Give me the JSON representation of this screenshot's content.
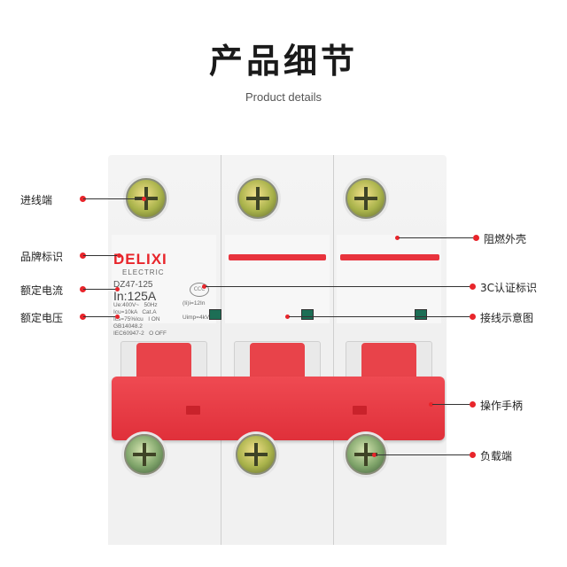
{
  "header": {
    "title": "产品细节",
    "subtitle": "Product details"
  },
  "callouts_left": [
    {
      "id": "incoming",
      "label": "进线端"
    },
    {
      "id": "brand",
      "label": "品牌标识"
    },
    {
      "id": "rated-current",
      "label": "额定电流"
    },
    {
      "id": "rated-voltage",
      "label": "额定电压"
    }
  ],
  "callouts_right": [
    {
      "id": "housing",
      "label": "阻燃外壳"
    },
    {
      "id": "ccc",
      "label": "3C认证标识"
    },
    {
      "id": "wiring",
      "label": "接线示意图"
    },
    {
      "id": "handle",
      "label": "操作手柄"
    },
    {
      "id": "load",
      "label": "负载端"
    }
  ],
  "breaker": {
    "brand": "DELIXI",
    "brand_sub": "ELECTRIC",
    "model": "DZ47-125",
    "rating": "In:125A",
    "spec_left": "Ue:400V~   50Hz\nIcu=10kA   Cat.A\nIcs=75%Icu   I ON\nGB14048.2\nIEC60947-2   O OFF",
    "spec_mid": "(Ii)i=12In\n\nUimp=4kV",
    "ccc_mark": "CCC",
    "colors": {
      "accent": "#e8252b",
      "handle": "#e8333d"
    }
  }
}
